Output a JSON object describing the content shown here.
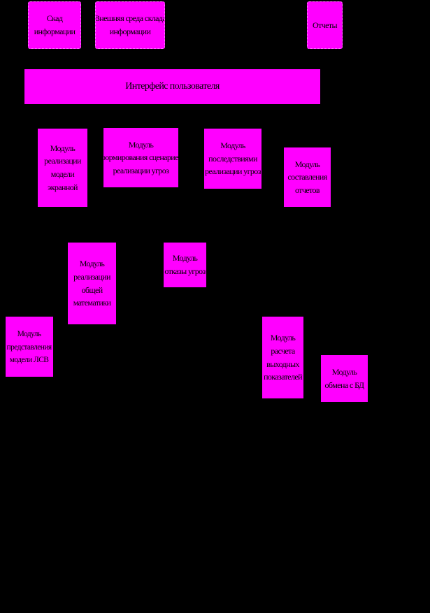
{
  "colors": {
    "background": "#000000",
    "box_fill": "#ff00ff",
    "text": "#000000"
  },
  "external": {
    "db": "Скад\nинформации",
    "ext_db": "Внешняя среда склада\nинформации",
    "reports": "Отчеты"
  },
  "ui_bar": "Интерфейс пользователя",
  "modules": {
    "model": "Модуль\nреализации\nмодели\nэкранной",
    "scenarios": "Модуль\nформирования сценариев\nреализации угроз",
    "stats": "Модуль\nпоследствиями\nреализации угроз",
    "report": "Модуль\nсоставления\nотчетов",
    "common": "Модуль\nреализации\nобщей\nматематики",
    "repair": "Модуль\nотказы угроз",
    "io": "Модуль\nпредставления\nмодели ЛСВ",
    "calc": "Модуль\nрасчета\nвыходных\nпоказателей",
    "db": "Модуль\nобмена с БД"
  }
}
